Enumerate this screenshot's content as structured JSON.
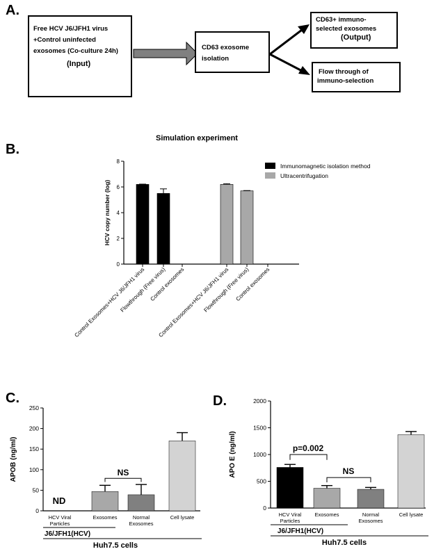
{
  "panels": {
    "a": "A.",
    "b": "B.",
    "c": "C.",
    "d": "D."
  },
  "flow": {
    "input_lines": [
      "Free HCV J6/JFH1 virus",
      "+Control uninfected",
      "exosomes (Co-culture 24h)"
    ],
    "input_tag": "(Input)",
    "isolation_lines": [
      "CD63 exosome",
      "isolation"
    ],
    "output_lines": [
      "CD63+ immuno-",
      "selected exosomes"
    ],
    "output_tag": "(Output)",
    "flow_lines": [
      "Flow through of",
      "immuno-selection"
    ]
  },
  "colors": {
    "black_bar": "#000000",
    "gray_bar": "#a8a8a8",
    "dark_gray_bar": "#808080",
    "light_gray_bar": "#d3d3d3",
    "arrow_gray": "#808080"
  },
  "chart_data": [
    {
      "type": "bar",
      "title": "Simulation experiment",
      "ylabel": "HCV copy number (log)",
      "ylim": [
        0,
        8
      ],
      "yticks": [
        "0",
        "2",
        "4",
        "6",
        "8"
      ],
      "categories": [
        "Control Exosomes+HCV J6/JFH1 virus",
        "Flowthrough (Free virus)",
        "Control exosomes",
        "Control Exosomes+HCV J6/JFH1 virus",
        "Flowthrough (Free virus)",
        "Control exosomes"
      ],
      "series": [
        {
          "name": "Immunomagnetic isolation method",
          "color": "#000000",
          "values": [
            6.2,
            5.5,
            0
          ],
          "errors": [
            0.02,
            0.35,
            0
          ]
        },
        {
          "name": "Ultracentrifugation",
          "color": "#a8a8a8",
          "values": [
            6.2,
            5.7,
            0
          ],
          "errors": [
            0.05,
            0.02,
            0
          ]
        }
      ],
      "legend": "top-right"
    },
    {
      "type": "bar",
      "ylabel": "APOB (ng/ml)",
      "ylim": [
        0,
        250
      ],
      "yticks": [
        "0",
        "50",
        "100",
        "150",
        "200",
        "250"
      ],
      "categories": [
        "HCV Viral Particles",
        "Exosomes",
        "Normal Exosomes",
        "Cell lysate"
      ],
      "values": [
        0,
        47,
        39,
        170
      ],
      "errors": [
        0,
        15,
        25,
        20
      ],
      "colors": [
        "#000000",
        "#a8a8a8",
        "#808080",
        "#d3d3d3"
      ],
      "annotations": {
        "nd": "ND",
        "ns": "NS"
      },
      "group_labels": {
        "virus": "J6/JFH1(HCV)",
        "cells": "Huh7.5 cells"
      }
    },
    {
      "type": "bar",
      "ylabel": "APO E (ng/ml)",
      "ylim": [
        0,
        2000
      ],
      "yticks": [
        "0",
        "500",
        "1000",
        "1500",
        "2000"
      ],
      "categories": [
        "HCV Viral Particles",
        "Exosomes",
        "Normal Exosomes",
        "Cell lysate"
      ],
      "values": [
        760,
        370,
        350,
        1370
      ],
      "errors": [
        55,
        50,
        35,
        60
      ],
      "colors": [
        "#000000",
        "#a8a8a8",
        "#808080",
        "#d3d3d3"
      ],
      "annotations": {
        "p": "p=0.002",
        "ns": "NS"
      },
      "group_labels": {
        "virus": "J6/JFH1(HCV)",
        "cells": "Huh7.5 cells"
      }
    }
  ]
}
